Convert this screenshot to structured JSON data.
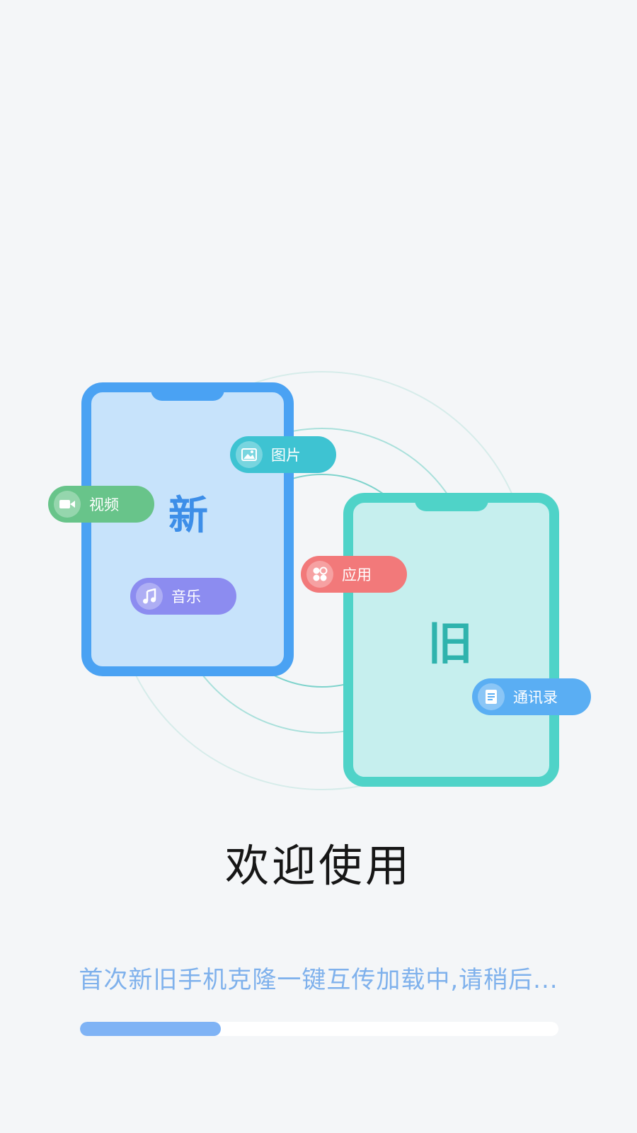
{
  "colors": {
    "background": "#f4f6f8",
    "new_phone": "#4aa2f3",
    "old_phone": "#4fd3c8",
    "progress_fill": "#7fb3f5",
    "loading_text": "#7fb1ec"
  },
  "illustration": {
    "new_phone_label": "新",
    "old_phone_label": "旧",
    "pills": {
      "video": {
        "label": "视频",
        "icon": "video-camera-icon"
      },
      "image": {
        "label": "图片",
        "icon": "image-icon"
      },
      "music": {
        "label": "音乐",
        "icon": "music-note-icon"
      },
      "app": {
        "label": "应用",
        "icon": "apps-grid-icon"
      },
      "contacts": {
        "label": "通讯录",
        "icon": "document-icon"
      }
    }
  },
  "welcome_title": "欢迎使用",
  "loading_text": "首次新旧手机克隆一键互传加载中,请稍后...",
  "progress": {
    "fraction": 0.295
  }
}
